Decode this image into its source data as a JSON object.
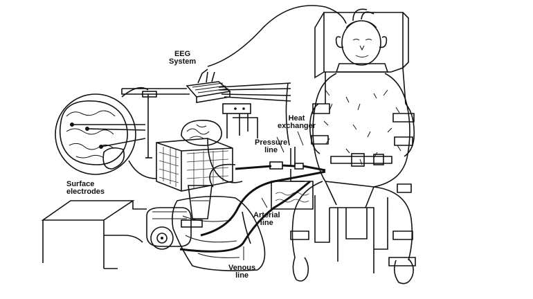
{
  "labels": {
    "eeg_system": [
      "EEG",
      "System"
    ],
    "heat_exchanger": [
      "Heat",
      "exchanger"
    ],
    "pressure_line": [
      "Pressure",
      "line"
    ],
    "surface_electrodes": [
      "Surface",
      "electrodes"
    ],
    "arterial_line": [
      "Arterial",
      "line"
    ],
    "venous_line": [
      "Venous",
      "line"
    ]
  }
}
